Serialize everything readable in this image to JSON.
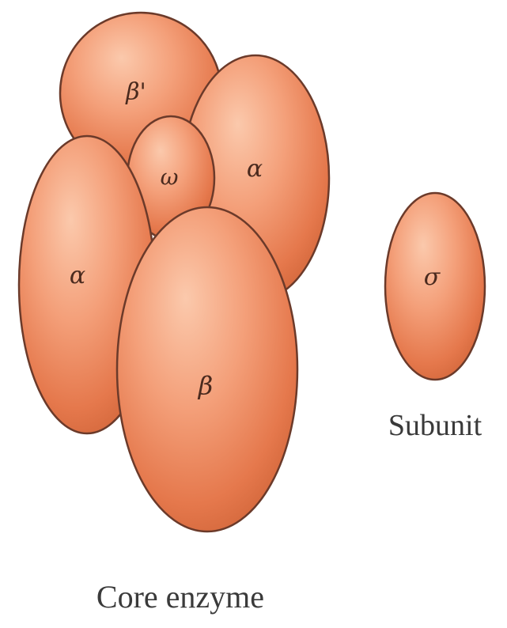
{
  "diagram": {
    "subunits": {
      "beta_prime": "β'",
      "omega": "ω",
      "alpha_right": "α",
      "alpha_left": "α",
      "beta": "β",
      "sigma": "σ"
    },
    "captions": {
      "core": "Core enzyme",
      "subunit": "Subunit"
    },
    "colors": {
      "sphere_highlight": "#FBC4A6",
      "sphere_mid": "#F2936A",
      "sphere_shadow": "#D9663A",
      "outline": "#6B3A2A"
    }
  }
}
